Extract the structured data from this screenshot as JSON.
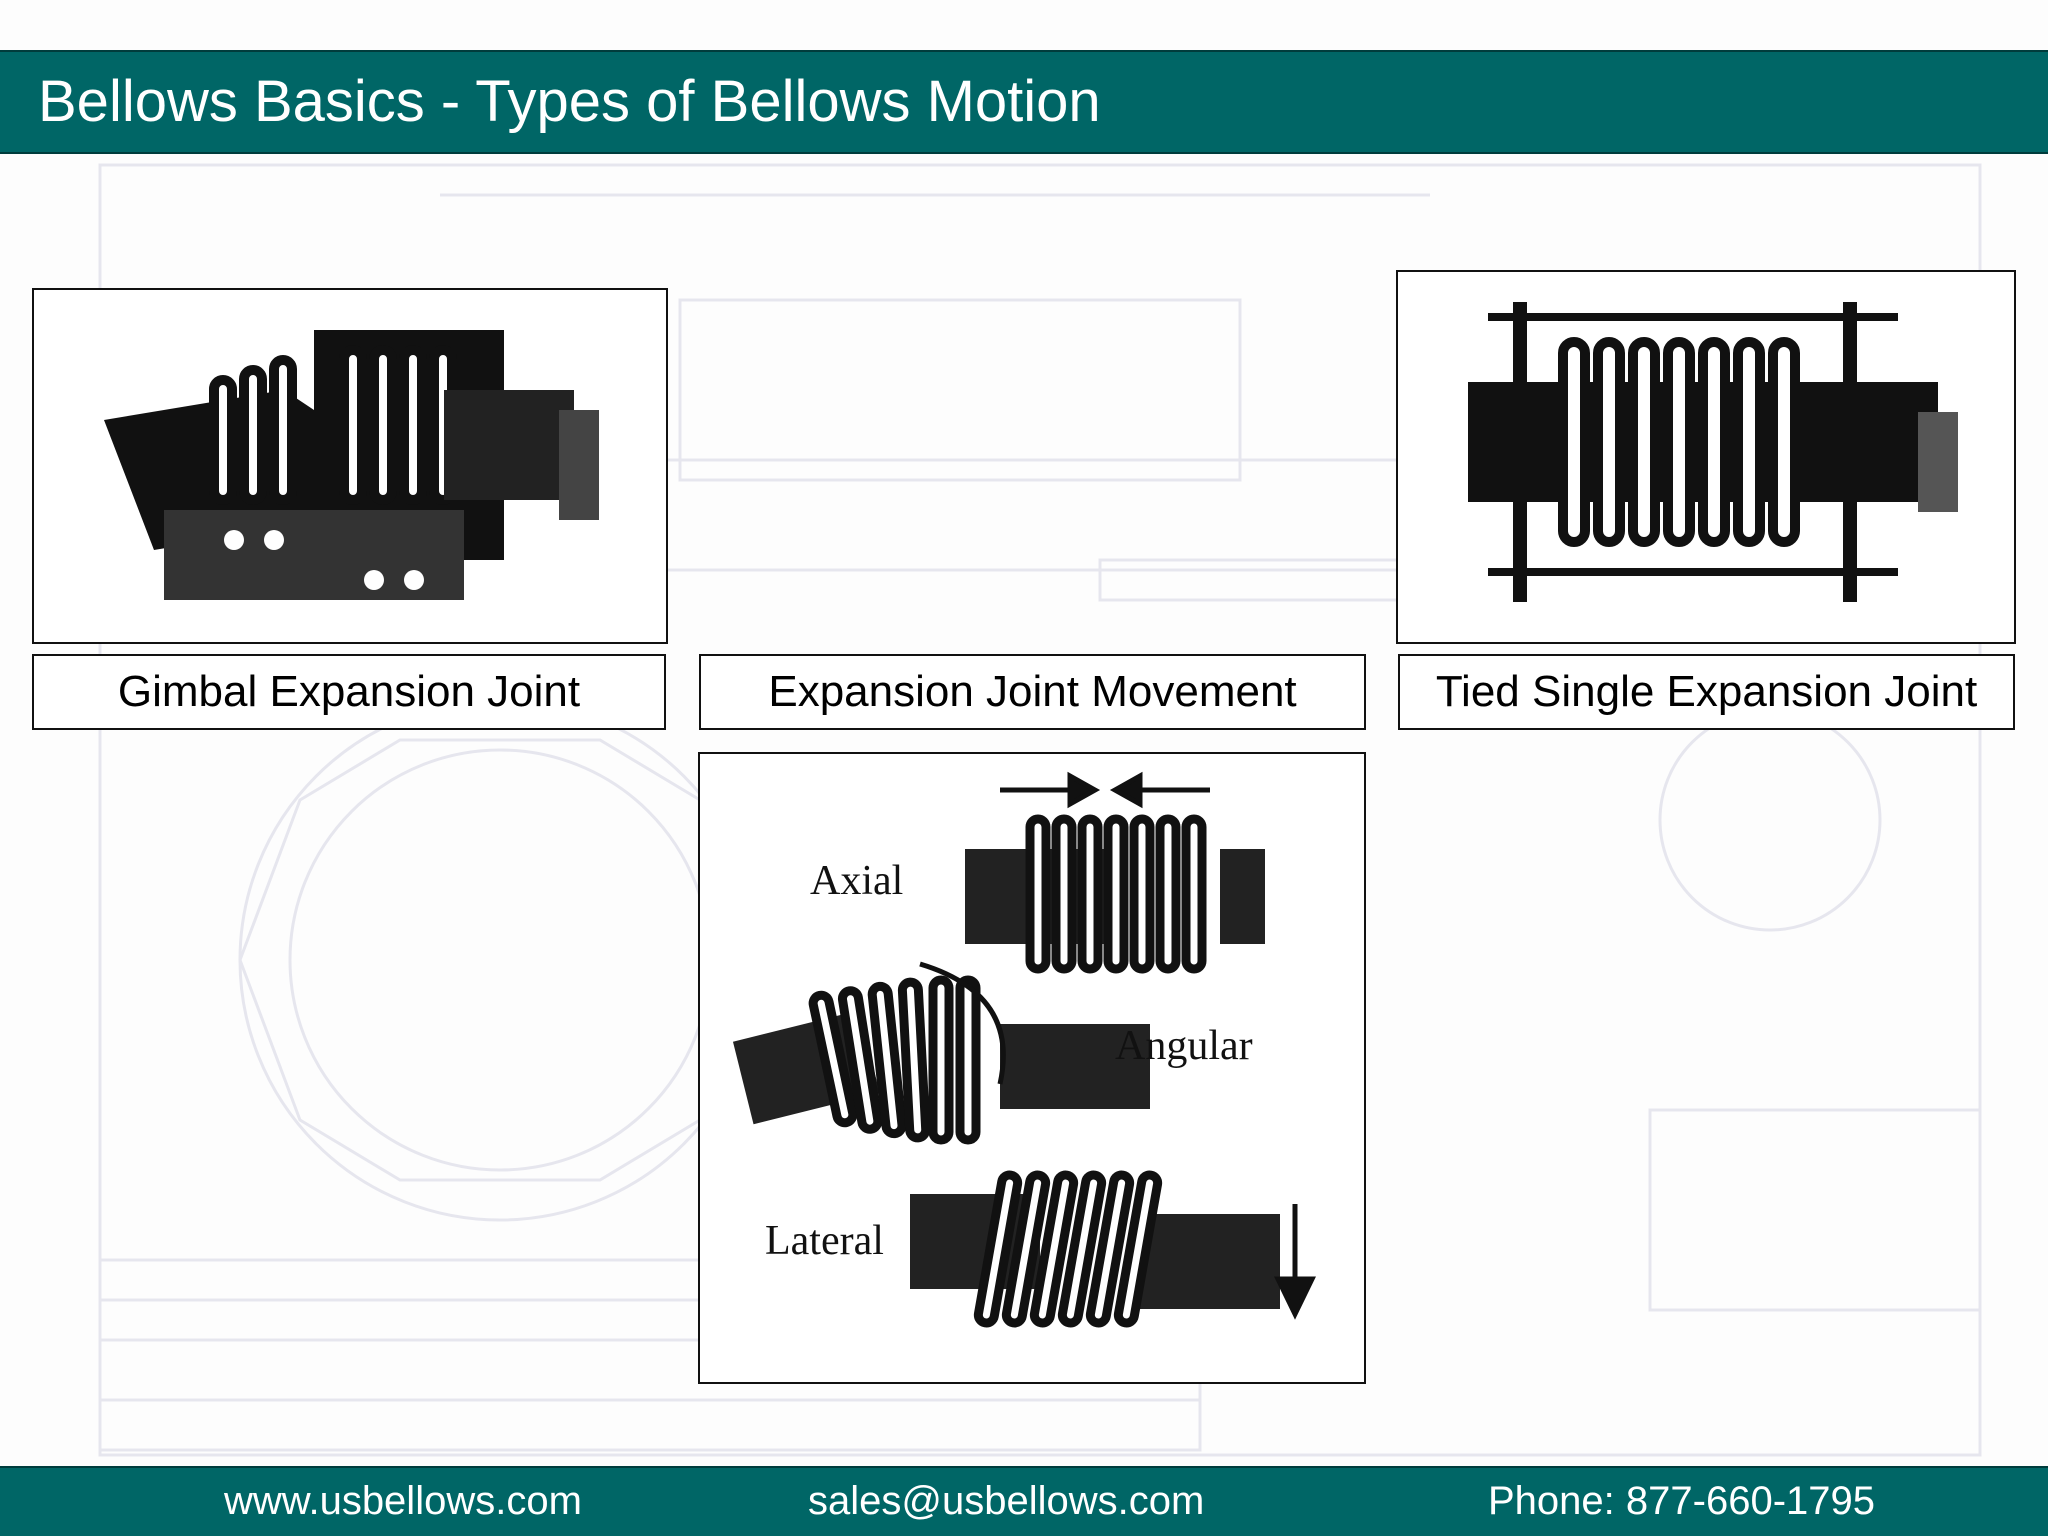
{
  "slide": {
    "title": "Bellows Basics - Types of Bellows Motion"
  },
  "captions": {
    "gimbal": "Gimbal Expansion Joint",
    "movement": "Expansion Joint Movement",
    "tied": "Tied Single Expansion Joint"
  },
  "movement_diagram": {
    "axial_label": "Axial",
    "angular_label": "Angular",
    "lateral_label": "Lateral"
  },
  "footer": {
    "website": "www.usbellows.com",
    "email": "sales@usbellows.com",
    "phone": "Phone: 877-660-1795"
  },
  "colors": {
    "brand": "#006666",
    "text_on_brand": "#ffffff"
  }
}
